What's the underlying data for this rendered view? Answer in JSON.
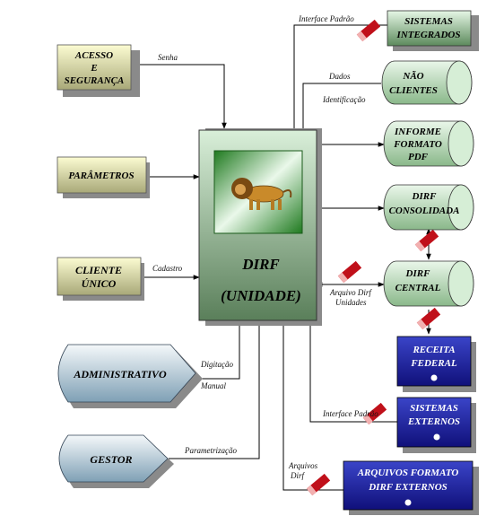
{
  "boxes": {
    "acesso": [
      "ACESSO",
      "E",
      "SEGURANÇA"
    ],
    "parametros": [
      "PARÂMETROS"
    ],
    "cliente_unico": [
      "CLIENTE",
      "ÚNICO"
    ],
    "sistemas_integrados": [
      "SISTEMAS",
      "INTEGRADOS"
    ],
    "receita_federal": [
      "RECEITA",
      "FEDERAL"
    ],
    "sistemas_externos": [
      "SISTEMAS",
      "EXTERNOS"
    ],
    "arquivos_externos": [
      "ARQUIVOS FORMATO",
      "DIRF EXTERNOS"
    ]
  },
  "central": {
    "line1": "DIRF",
    "line2": "(UNIDADE)"
  },
  "cylinders": {
    "nao_clientes": [
      "NÃO",
      "CLIENTES"
    ],
    "informe_pdf": [
      "INFORME",
      "FORMATO",
      "PDF"
    ],
    "dirf_consolidada": [
      "DIRF",
      "CONSOLIDADA"
    ],
    "dirf_central": [
      "DIRF",
      "CENTRAL"
    ]
  },
  "actors": {
    "administrativo": "ADMINISTRATIVO",
    "gestor": "GESTOR"
  },
  "labels": {
    "senha": "Senha",
    "interface_padrao_top": "Interface Padrão",
    "dados": "Dados",
    "identificacao": "Identificação",
    "cadastro": "Cadastro",
    "arquivo_dirf_unidades_1": "Arquivo Dirf",
    "arquivo_dirf_unidades_2": "Unidades",
    "digitacao": "Digitação",
    "manual": "Manual",
    "parametrizacao": "Parametrização",
    "interface_padrao_bottom": "Interface Padrão",
    "arquivos_dirf_1": "Arquivos",
    "arquivos_dirf_2": "Dirf"
  },
  "colors": {
    "khaki_top": "#fcfcd2",
    "khaki_bottom": "#a8a878",
    "green_light": "#e6f7e6",
    "green_dark": "#5c8a5c",
    "blue_light": "#3a44c8",
    "blue_dark": "#10107a",
    "actor_light": "#f4f8fa",
    "actor_dark": "#7fa0b5",
    "connector": "#c0101a",
    "shadow": "#8a8a8a"
  },
  "icons": {
    "central_image": "lion-icon"
  }
}
